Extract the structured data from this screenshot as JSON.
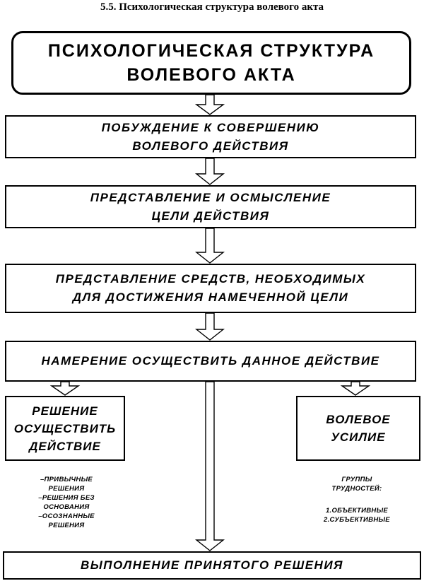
{
  "caption": "5.5. Психологическая структура волевого акта",
  "title": "ПСИХОЛОГИЧЕСКАЯ СТРУКТУРА\nВОЛЕВОГО АКТА",
  "steps": {
    "motive": "ПОБУЖДЕНИЕ К СОВЕРШЕНИЮ\nВОЛЕВОГО ДЕЙСТВИЯ",
    "goal": "ПРЕДСТАВЛЕНИЕ И ОСМЫСЛЕНИЕ\nЦЕЛИ ДЕЙСТВИЯ",
    "means": "ПРЕДСТАВЛЕНИЕ СРЕДСТВ, НЕОБХОДИМЫХ\nДЛЯ ДОСТИЖЕНИЯ НАМЕЧЕННОЙ ЦЕЛИ",
    "intent": "НАМЕРЕНИЕ ОСУЩЕСТВИТЬ ДАННОЕ ДЕЙСТВИЕ",
    "decision": "РЕШЕНИЕ\nОСУЩЕСТВИТЬ\nДЕЙСТВИЕ",
    "effort": "ВОЛЕВОЕ\nУСИЛИЕ",
    "execution": "ВЫПОЛНЕНИЕ ПРИНЯТОГО РЕШЕНИЯ"
  },
  "decision_types": [
    "–ПРИВЫЧНЫЕ\nРЕШЕНИЯ",
    "–РЕШЕНИЯ БЕЗ\nОСНОВАНИЯ",
    "–ОСОЗНАННЫЕ\nРЕШЕНИЯ"
  ],
  "difficulties": {
    "heading": "ГРУППЫ\nТРУДНОСТЕЙ:",
    "items": [
      "1.ОБЪЕКТИВНЫЕ",
      "2.СУБЪЕКТИВНЫЕ"
    ]
  }
}
